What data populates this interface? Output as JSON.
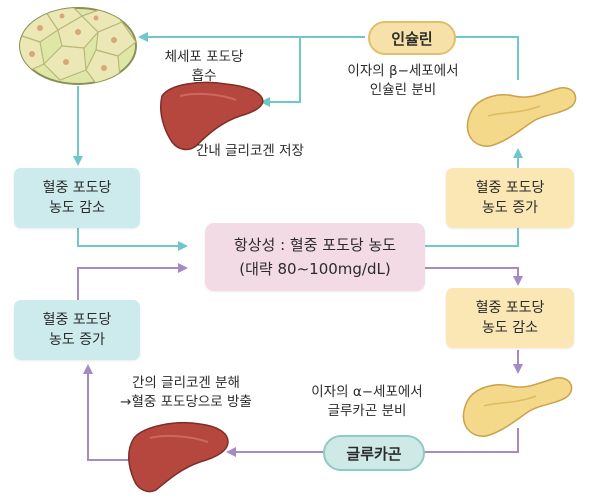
{
  "insulin_label": "인슐린",
  "glucagon_label": "글루카곤",
  "center": {
    "line1": "항상성 : 혈중 포도당 농도",
    "line2": "(대략 80∼100mg/dL)"
  },
  "boxes": {
    "left_top": [
      "혈중 포도당",
      "농도 감소"
    ],
    "left_bottom": [
      "혈중 포도당",
      "농도 증가"
    ],
    "right_top": [
      "혈중 포도당",
      "농도 증가"
    ],
    "right_bottom": [
      "혈중 포도당",
      "농도 감소"
    ]
  },
  "labels": {
    "cell_absorb": [
      "체세포 포도당",
      "흡수"
    ],
    "liver_store": "간내 글리코겐 저장",
    "beta_cell": [
      "이자의 β−세포에서",
      "인슐린 분비"
    ],
    "alpha_cell": [
      "이자의 α−세포에서",
      "글루카곤 분비"
    ],
    "liver_release": [
      "간의 글리코겐 분해",
      "→혈중 포도당으로 방출"
    ]
  },
  "colors": {
    "teal_arrow": "#6ec7c9",
    "purple_arrow": "#a58bc4",
    "teal_box": "#cdebec",
    "yellow_box": "#fbe7b4",
    "pink_box": "#f3dbe6",
    "liver": "#b5473f",
    "pancreas": "#f4d98a",
    "cells": "#dfe7a8"
  },
  "icons": [
    "body-cells-icon",
    "liver-icon",
    "pancreas-icon"
  ]
}
